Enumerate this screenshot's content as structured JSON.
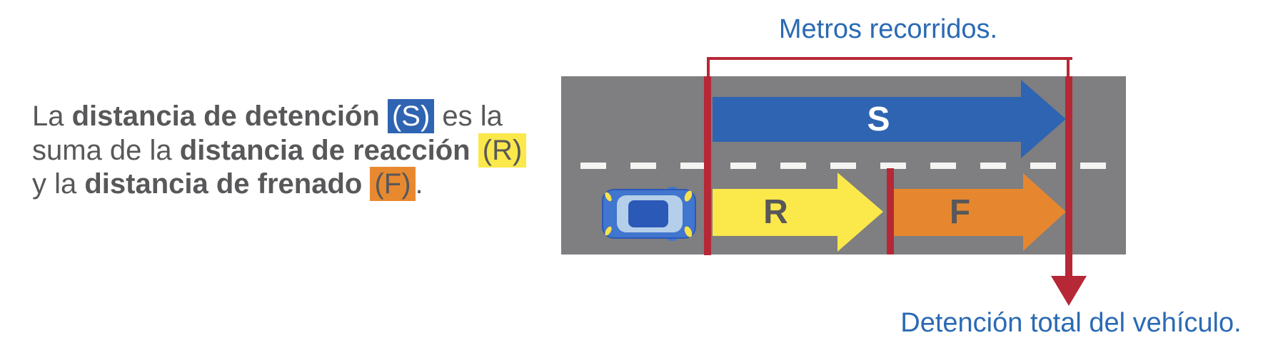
{
  "text_block": {
    "lines": [
      {
        "segments": [
          {
            "text": "La ",
            "style": "normal"
          },
          {
            "text": "distancia de detención",
            "style": "bold"
          },
          {
            "text": " ",
            "style": "normal"
          },
          {
            "text": "(S)",
            "style": "highlight_s"
          },
          {
            "text": " es la",
            "style": "normal"
          }
        ]
      },
      {
        "segments": [
          {
            "text": "suma de la ",
            "style": "normal"
          },
          {
            "text": "distancia de reacción",
            "style": "bold"
          },
          {
            "text": " ",
            "style": "normal"
          },
          {
            "text": "(R)",
            "style": "highlight_r"
          }
        ]
      },
      {
        "segments": [
          {
            "text": "y la ",
            "style": "normal"
          },
          {
            "text": "distancia de frenado",
            "style": "bold"
          },
          {
            "text": " ",
            "style": "normal"
          },
          {
            "text": "(F)",
            "style": "highlight_f"
          },
          {
            "text": ".",
            "style": "normal"
          }
        ]
      }
    ]
  },
  "diagram": {
    "top_label": "Metros recorridos.",
    "bottom_label": "Detención total del vehículo.",
    "arrows": {
      "s": {
        "label": "S",
        "color": "#2f64b2"
      },
      "r": {
        "label": "R",
        "color": "#fbe84b"
      },
      "f": {
        "label": "F",
        "color": "#e6872f"
      }
    }
  },
  "colors": {
    "highlight_blue": "#2f64b2",
    "highlight_yellow": "#fbe84b",
    "highlight_orange": "#e8892f",
    "marker_red": "#b62836",
    "road_gray": "#7f7e80",
    "lane_line_white": "#f4f4f2",
    "body_text_gray": "#58585a",
    "label_blue": "#2b6ab3",
    "car_body_blue": "#4176ce",
    "car_roof_blue": "#2b59b8",
    "car_glass_blue": "#b5cfea",
    "car_light_yellow": "#f8e14b"
  }
}
